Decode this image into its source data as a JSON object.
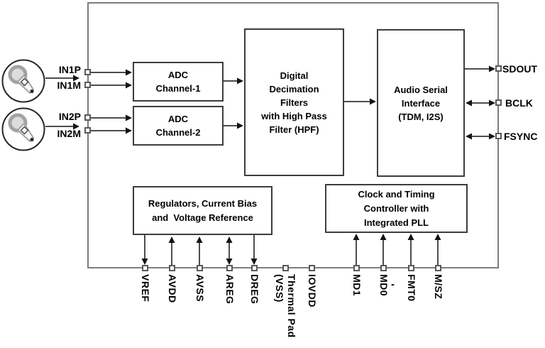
{
  "colors": {
    "block_border": "#3d3d3d",
    "outer_border": "#7d7d7d",
    "wire": "#4d4d4d",
    "arrowhead": "#141414",
    "text": "#000000"
  },
  "blocks": {
    "adc1": {
      "label": "ADC\nChannel-1"
    },
    "adc2": {
      "label": "ADC\nChannel-2"
    },
    "decimation": {
      "label": "Digital\nDecimation\nFilters\nwith High Pass\nFilter (HPF)"
    },
    "serial": {
      "label": "Audio Serial\nInterface\n(TDM, I2S)"
    },
    "regulators": {
      "label": "Regulators, Current Bias\nand  Voltage Reference"
    },
    "clock": {
      "label": "Clock and Timing\nController with\nIntegrated PLL"
    }
  },
  "pins": {
    "left": [
      {
        "label": "IN1P"
      },
      {
        "label": "IN1M"
      },
      {
        "label": "IN2P"
      },
      {
        "label": "IN2M"
      }
    ],
    "right": [
      {
        "label": "SDOUT"
      },
      {
        "label": "BCLK"
      },
      {
        "label": "FSYNC"
      }
    ],
    "bottom": [
      {
        "label": "VREF"
      },
      {
        "label": "AVDD"
      },
      {
        "label": "AVSS"
      },
      {
        "label": "AREG"
      },
      {
        "label": "DREG"
      },
      {
        "label": "Thermal Pad\n(VSS)"
      },
      {
        "label": "IOVDD"
      },
      {
        "label": "MD1"
      },
      {
        "label": "MD0"
      },
      {
        "label": "FMT0"
      },
      {
        "label": "M/SZ"
      }
    ]
  },
  "icons": {
    "mic1": "microphone-icon",
    "mic2": "microphone-icon"
  },
  "misc": {
    "dash": "-"
  }
}
